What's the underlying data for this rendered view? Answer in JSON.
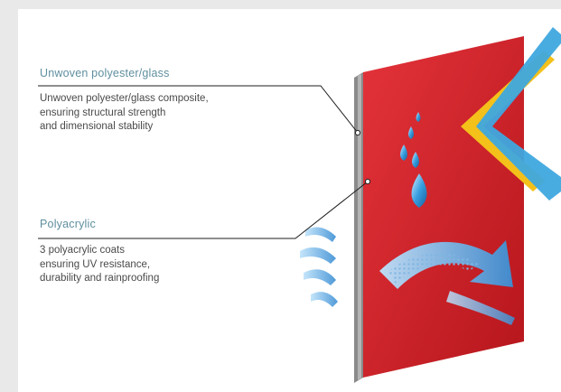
{
  "layers": [
    {
      "title": "Unwoven polyester/glass",
      "description_lines": [
        "Unwoven polyester/glass composite,",
        "ensuring structural strength",
        "and dimensional stability"
      ]
    },
    {
      "title": "Polyacrylic",
      "description_lines": [
        "3 polyacrylic coats",
        "ensuring UV resistance,",
        "durability and rainproofing"
      ]
    }
  ],
  "colors": {
    "panel_red": "#d4242a",
    "title_teal": "#5f8f9f",
    "uv_yellow": "#f4c01a",
    "uv_blue": "#3fa8df",
    "water_blue": "#2b8ecf"
  },
  "icons": [
    "water-drops-icon",
    "uv-rays-icon",
    "wind-icon"
  ]
}
